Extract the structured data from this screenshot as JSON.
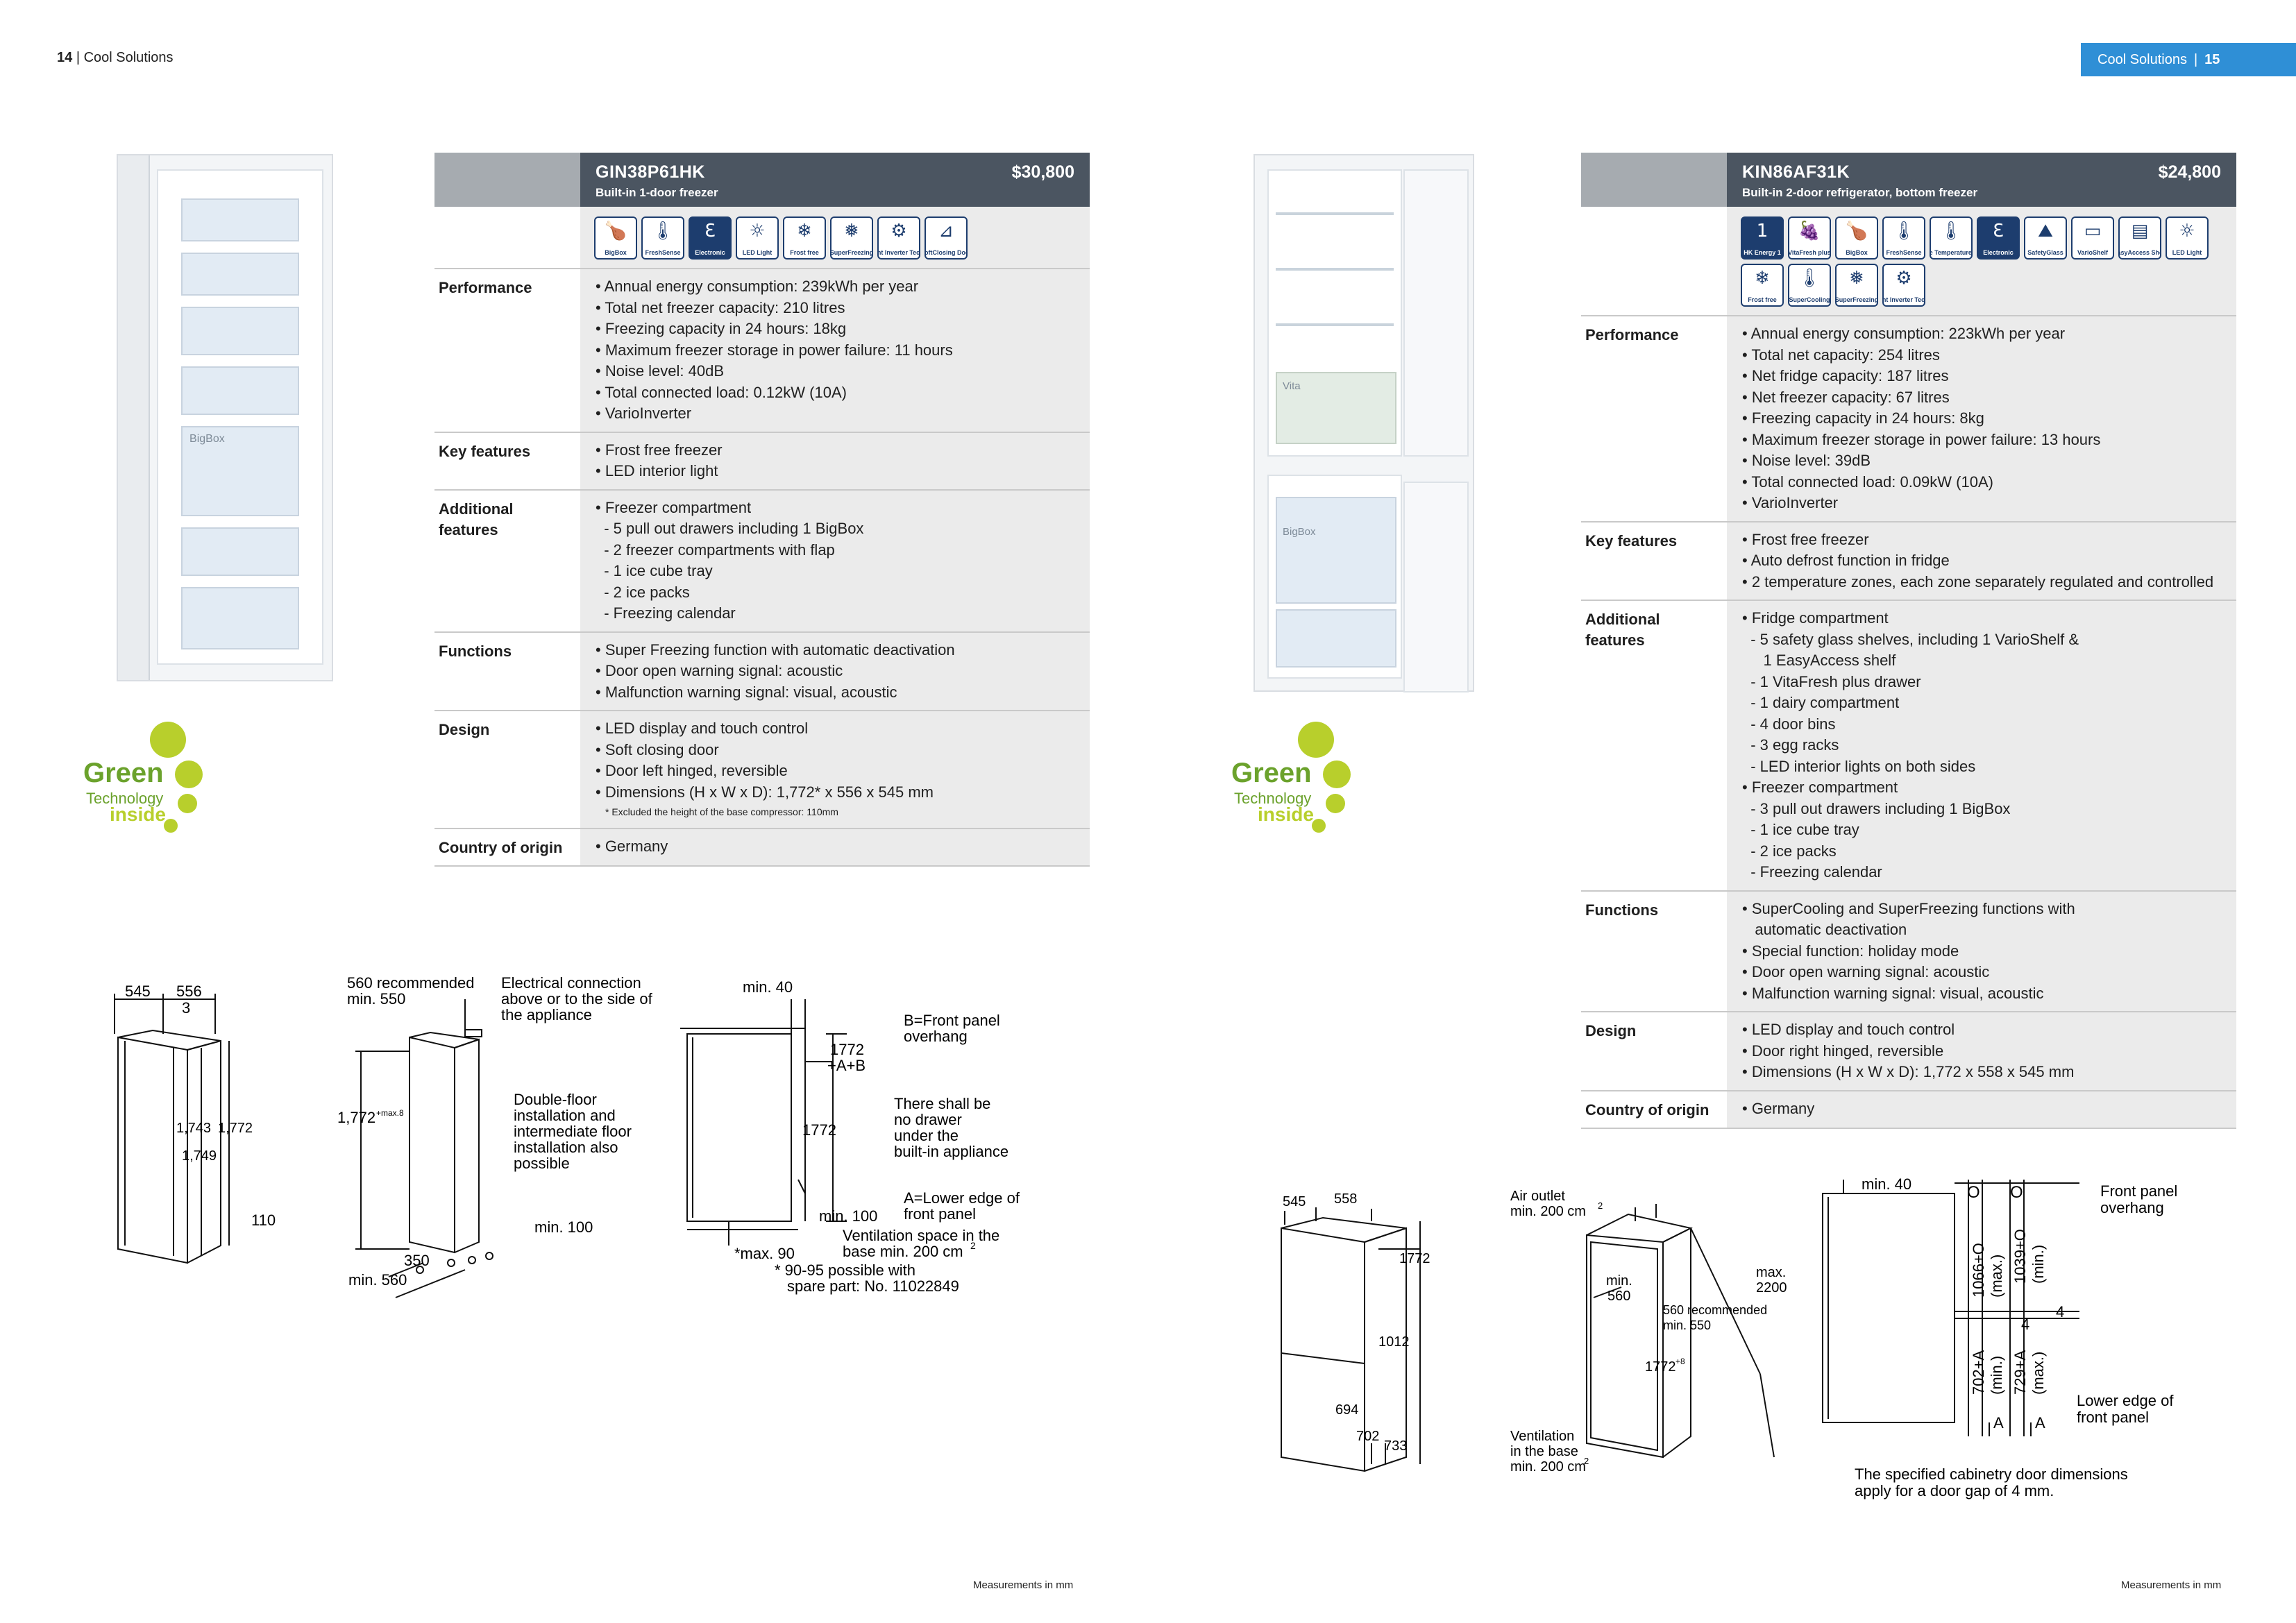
{
  "header": {
    "left_page_number": "14",
    "left_section": "Cool Solutions",
    "right_section": "Cool Solutions",
    "right_page_number": "15",
    "accent_color": "#2f8fd6"
  },
  "products": [
    {
      "model": "GIN38P61HK",
      "subtitle": "Built-in 1-door freezer",
      "price": "$30,800",
      "icons": [
        {
          "name": "bigbox-icon",
          "label": "BigBox",
          "glyph": "🍗"
        },
        {
          "name": "freshsense-icon",
          "label": "FreshSense",
          "glyph": "🌡"
        },
        {
          "name": "electronic-icon",
          "label": "Electronic",
          "glyph": "Ɛ"
        },
        {
          "name": "led-light-icon",
          "label": "LED Light",
          "glyph": "☼"
        },
        {
          "name": "frost-free-icon",
          "label": "Frost free",
          "glyph": "❄"
        },
        {
          "name": "superfreezing-icon",
          "label": "SuperFreezing",
          "glyph": "❅"
        },
        {
          "name": "inverter-icon",
          "label": "Intelligent Inverter Technology",
          "glyph": "⚙"
        },
        {
          "name": "softclosing-door-icon",
          "label": "SoftClosing Door",
          "glyph": "⊿"
        }
      ],
      "rows": [
        {
          "label": "Performance",
          "items": [
            "• Annual energy consumption: 239kWh per year",
            "• Total net freezer capacity: 210 litres",
            "• Freezing capacity in 24 hours: 18kg",
            "• Maximum freezer storage in power failure: 11 hours",
            "• Noise level: 40dB",
            "• Total connected load: 0.12kW (10A)",
            "• VarioInverter"
          ]
        },
        {
          "label": "Key features",
          "items": [
            "• Frost free freezer",
            "• LED interior light"
          ]
        },
        {
          "label": "Additional features",
          "items": [
            "• Freezer compartment",
            "  - 5 pull out drawers including 1 BigBox",
            "  - 2 freezer compartments with flap",
            "  - 1 ice cube tray",
            "  - 2 ice packs",
            "  - Freezing calendar"
          ]
        },
        {
          "label": "Functions",
          "items": [
            "• Super Freezing function with automatic deactivation",
            "• Door open warning signal: acoustic",
            "• Malfunction warning signal: visual, acoustic"
          ]
        },
        {
          "label": "Design",
          "items": [
            "• LED display and touch control",
            "• Soft closing door",
            "• Door left hinged, reversible",
            "• Dimensions (H x W x D): 1,772* x 556 x 545 mm"
          ],
          "note": "* Excluded the height of the base compressor: 110mm"
        },
        {
          "label": "Country of origin",
          "items": [
            "• Germany"
          ]
        }
      ]
    },
    {
      "model": "KIN86AF31K",
      "subtitle": "Built-in 2-door refrigerator, bottom freezer",
      "price": "$24,800",
      "icons": [
        {
          "name": "hk-energy-icon",
          "label": "HK Energy 1",
          "glyph": "1"
        },
        {
          "name": "vitafresh-icon",
          "label": "VitaFresh plus",
          "glyph": "🍇"
        },
        {
          "name": "bigbox-icon",
          "label": "BigBox",
          "glyph": "🍗"
        },
        {
          "name": "freshsense-icon",
          "label": "FreshSense",
          "glyph": "🌡"
        },
        {
          "name": "separate-temperature-icon",
          "label": "Separate Temperature Control",
          "glyph": "🌡"
        },
        {
          "name": "electronic-icon",
          "label": "Electronic",
          "glyph": "Ɛ"
        },
        {
          "name": "safetyglass-icon",
          "label": "SafetyGlass",
          "glyph": "⛰"
        },
        {
          "name": "varioshelf-icon",
          "label": "VarioShelf",
          "glyph": "▭"
        },
        {
          "name": "easyaccess-shelf-icon",
          "label": "EasyAccess Shelf",
          "glyph": "▤"
        },
        {
          "name": "led-light-icon",
          "label": "LED Light",
          "glyph": "☼"
        },
        {
          "name": "frost-free-icon",
          "label": "Frost free",
          "glyph": "❄"
        },
        {
          "name": "supercooling-icon",
          "label": "SuperCooling",
          "glyph": "🌡"
        },
        {
          "name": "superfreezing-icon",
          "label": "SuperFreezing",
          "glyph": "❅"
        },
        {
          "name": "inverter-icon",
          "label": "Intelligent Inverter Technology",
          "glyph": "⚙"
        }
      ],
      "rows": [
        {
          "label": "Performance",
          "items": [
            "• Annual energy consumption: 223kWh per year",
            "• Total net capacity: 254 litres",
            "• Net fridge capacity: 187 litres",
            "• Net freezer capacity: 67 litres",
            "• Freezing capacity in 24 hours: 8kg",
            "• Maximum freezer storage in power failure: 13 hours",
            "• Noise level: 39dB",
            "• Total connected load: 0.09kW (10A)",
            "• VarioInverter"
          ]
        },
        {
          "label": "Key features",
          "items": [
            "• Frost free freezer",
            "• Auto defrost function in fridge",
            "• 2 temperature zones, each zone separately regulated and controlled"
          ]
        },
        {
          "label": "Additional features",
          "items": [
            "• Fridge compartment",
            "  - 5 safety glass shelves, including 1 VarioShelf &",
            "     1 EasyAccess shelf",
            "  - 1 VitaFresh plus drawer",
            "  - 1 dairy compartment",
            "  - 4 door bins",
            "  - 3 egg racks",
            "  - LED interior lights on both sides",
            "• Freezer compartment",
            "  - 3 pull out drawers including 1 BigBox",
            "  - 1 ice cube tray",
            "  - 2 ice packs",
            "  - Freezing calendar"
          ]
        },
        {
          "label": "Functions",
          "items": [
            "• SuperCooling and SuperFreezing functions with",
            "   automatic deactivation",
            "• Special function: holiday mode",
            "• Door open warning signal: acoustic",
            "• Malfunction warning signal: visual, acoustic"
          ]
        },
        {
          "label": "Design",
          "items": [
            "• LED display and touch control",
            "• Door right hinged, reversible",
            "• Dimensions (H x W x D): 1,772 x 558 x 545 mm"
          ]
        },
        {
          "label": "Country of origin",
          "items": [
            "• Germany"
          ]
        }
      ]
    }
  ],
  "green_logo": {
    "word1": "Green",
    "word2": "Technology",
    "word3": "inside"
  },
  "fridge_labels": {
    "bigbox": "BigBox",
    "vita": "Vita"
  },
  "diagrams_left": {
    "d1": {
      "w1": "545",
      "w2": "556",
      "gap": "3",
      "h1": "1,743",
      "h2": "1,772",
      "h3": "1,749",
      "base": "110"
    },
    "d2": {
      "rec": "560 recommended",
      "min550": "min. 550",
      "elec1": "Electrical connection",
      "elec2": "above or to the side of",
      "elec3": "the appliance",
      "height": "1,772",
      "height_sup": "+max.8",
      "floor1": "Double-floor",
      "floor2": "installation and",
      "floor3": "intermediate floor",
      "floor4": "installation also",
      "floor5": "possible",
      "min100": "min. 100",
      "d350": "350",
      "min560": "min. 560"
    },
    "d3": {
      "min40": "min. 40",
      "bfront1": "B=Front panel",
      "bfront2": "overhang",
      "h1": "1772",
      "h1b": "+A+B",
      "h2": "1772",
      "nodrawer1": "There shall be",
      "nodrawer2": "no drawer",
      "nodrawer3": "under the",
      "nodrawer4": "built-in appliance",
      "alower1": "A=Lower edge of",
      "alower2": "front panel",
      "min100": "min. 100",
      "vent1": "Ventilation space in the",
      "vent2": "base min. 200 cm",
      "vent_sup": "2",
      "max90": "*max. 90",
      "note1": "* 90-95 possible with",
      "note2": "spare part: No. 11022849"
    }
  },
  "diagrams_right": {
    "d1": {
      "w1": "545",
      "w2": "558",
      "h": "1772",
      "m": "1012",
      "b1": "694",
      "b2": "702",
      "b3": "733"
    },
    "d2": {
      "air1": "Air outlet",
      "air2": "min. 200 cm",
      "air_sup": "2",
      "min": "min.",
      "min560": "560",
      "rec": "560 recommended",
      "min550": "min. 550",
      "max": "max.",
      "max2200": "2200",
      "h": "1772",
      "h_sup": "+8",
      "vent1": "Ventilation",
      "vent2": "in the base",
      "vent3": "min. 200 cm",
      "vent_sup": "2"
    },
    "d3": {
      "min40": "min. 40",
      "o1": "O",
      "o2": "O",
      "front1": "Front panel",
      "front2": "overhang",
      "v1": "1066+O",
      "v1b": "(max.)",
      "v2": "1039+O",
      "v2b": "(min.)",
      "v3": "702+A",
      "v3b": "(min.)",
      "v4": "729+A",
      "v4b": "(max.)",
      "four1": "4",
      "four2": "4",
      "a1": "A",
      "a2": "A",
      "lower1": "Lower edge of",
      "lower2": "front panel",
      "note1": "The specified cabinetry door dimensions",
      "note2": "apply for a door gap of 4 mm."
    }
  },
  "footer": {
    "left": "Measurements in mm",
    "right": "Measurements in mm"
  }
}
